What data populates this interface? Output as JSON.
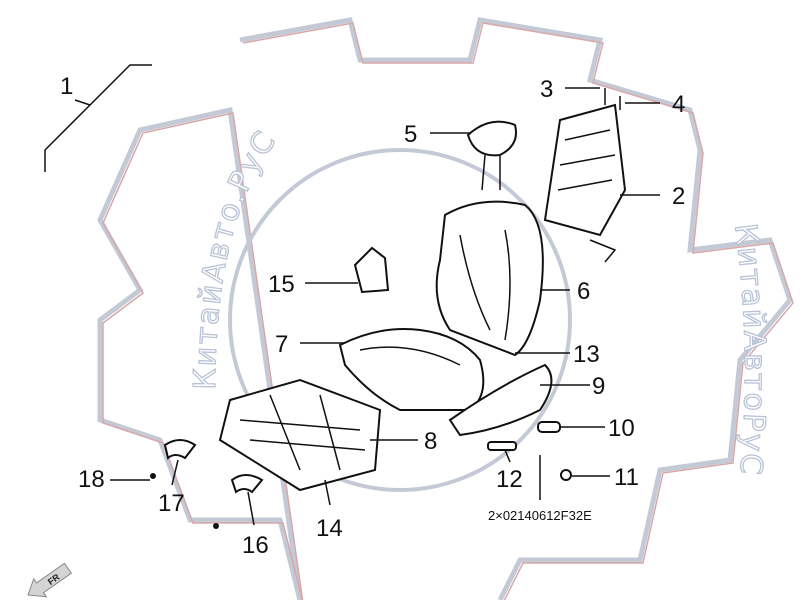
{
  "watermark": {
    "text_left": "КитайАвто.РуС",
    "text_right": "КитайАвтоРуС"
  },
  "callouts": {
    "c1": "1",
    "c2": "2",
    "c3": "3",
    "c4": "4",
    "c5": "5",
    "c6": "6",
    "c7": "7",
    "c8": "8",
    "c9": "9",
    "c10": "10",
    "c11": "11",
    "c12": "12",
    "c13": "13",
    "c14": "14",
    "c15": "15",
    "c16": "16",
    "c17": "17",
    "c18": "18"
  },
  "part_code": "2×02140612F32E",
  "direction_label": "FR"
}
